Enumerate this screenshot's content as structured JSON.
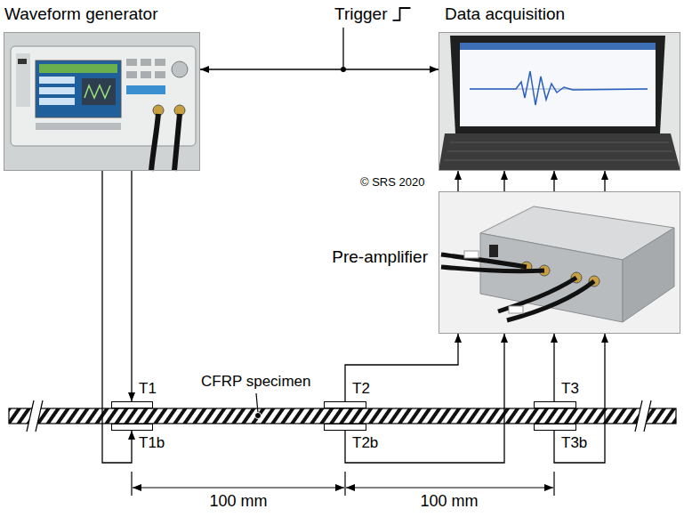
{
  "diagram": {
    "nodes": [
      {
        "text": [
          "Waveform generator"
        ]
      },
      {
        "text": [
          "Data acquisition"
        ]
      },
      {
        "text": [
          "Pre-amplifier"
        ]
      },
      {
        "text": [
          "T1"
        ]
      },
      {
        "text": [
          "T1b"
        ]
      },
      {
        "text": [
          "T2"
        ]
      },
      {
        "text": [
          "T2b"
        ]
      },
      {
        "text": [
          "T3"
        ]
      },
      {
        "text": [
          "T3b"
        ]
      }
    ],
    "edges": [
      {
        "from": 0,
        "to": 1,
        "arrow": "both",
        "label": "Trigger"
      },
      {
        "from": 0,
        "to": 3,
        "arrow": "to"
      },
      {
        "from": 0,
        "to": 4,
        "arrow": "to"
      },
      {
        "from": 5,
        "to": 2,
        "arrow": "to"
      },
      {
        "from": 6,
        "to": 2,
        "arrow": "to"
      },
      {
        "from": 7,
        "to": 2,
        "arrow": "to"
      },
      {
        "from": 8,
        "to": 2,
        "arrow": "to"
      },
      {
        "from": 2,
        "to": 1,
        "arrow": "to"
      },
      {
        "from": 2,
        "to": 1,
        "arrow": "to"
      },
      {
        "from": 2,
        "to": 1,
        "arrow": "to"
      },
      {
        "from": 2,
        "to": 1,
        "arrow": "to"
      }
    ],
    "labels": [
      "© SRS 2020",
      "CFRP specimen",
      "100 mm",
      "100 mm"
    ]
  }
}
